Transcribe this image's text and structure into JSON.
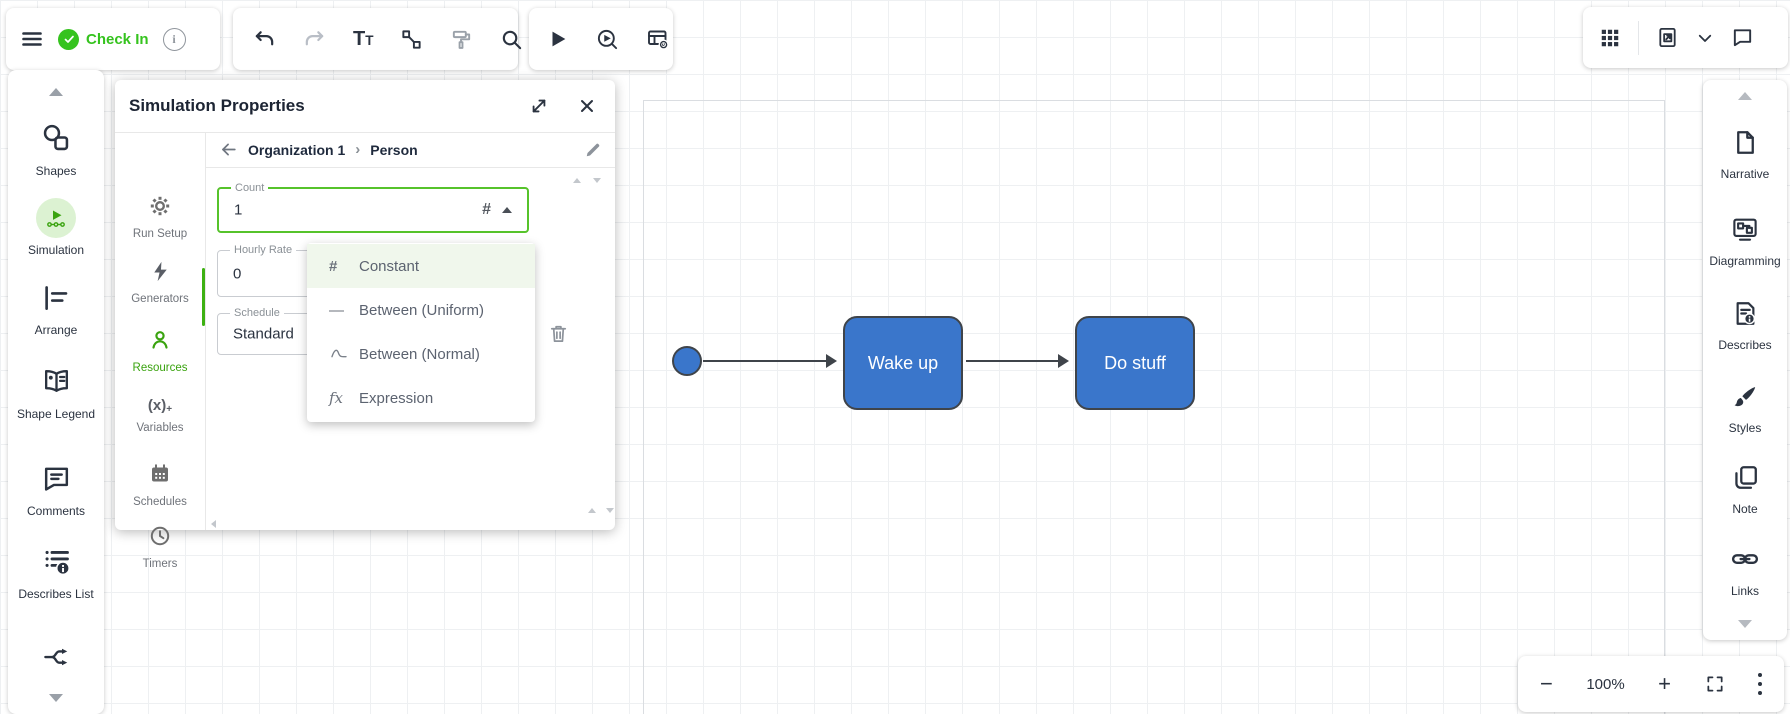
{
  "colors": {
    "accent_green": "#3db112",
    "badge_green": "#35c31e",
    "node_blue": "#3a76cb",
    "node_border": "#3f444a",
    "field_border_green": "#56c32b"
  },
  "topbar": {
    "check_in_label": "Check In",
    "info_glyph": "i",
    "text_tool_glyph_big": "T",
    "text_tool_glyph_small": "T"
  },
  "left_sidebar": {
    "items": [
      {
        "label": "Shapes",
        "icon": "shapes-icon"
      },
      {
        "label": "Simulation",
        "icon": "simulation-icon",
        "active": true
      },
      {
        "label": "Arrange",
        "icon": "arrange-icon"
      },
      {
        "label": "Shape Legend",
        "icon": "shape-legend-icon"
      },
      {
        "label": "Comments",
        "icon": "comments-icon"
      },
      {
        "label": "Describes List",
        "icon": "describes-list-icon"
      }
    ]
  },
  "panel": {
    "title": "Simulation Properties",
    "breadcrumb": {
      "parent": "Organization 1",
      "separator": "›",
      "current": "Person"
    },
    "tabs": [
      {
        "label": "Run Setup",
        "icon": "gear-icon"
      },
      {
        "label": "Generators",
        "icon": "lightning-icon"
      },
      {
        "label": "Resources",
        "icon": "person-icon",
        "active": true
      },
      {
        "label": "Variables",
        "icon": "variables-icon"
      },
      {
        "label": "Schedules",
        "icon": "calendar-icon"
      },
      {
        "label": "Timers",
        "icon": "clock-icon"
      }
    ],
    "variables_glyph": "(x)",
    "variables_plus": "+",
    "fields": {
      "count": {
        "label": "Count",
        "value": "1",
        "type_glyph": "#"
      },
      "hourly_rate": {
        "label": "Hourly Rate",
        "value": "0"
      },
      "schedule": {
        "label": "Schedule",
        "value": "Standard"
      }
    },
    "dropdown": {
      "items": [
        {
          "glyph": "#",
          "label": "Constant",
          "icon": "hash-icon",
          "selected": true
        },
        {
          "glyph": "—",
          "label": "Between (Uniform)",
          "icon": "dash-icon"
        },
        {
          "glyph": "",
          "label": "Between (Normal)",
          "icon": "normal-curve-icon"
        },
        {
          "glyph": "fx",
          "label": "Expression",
          "icon": "fx-icon"
        }
      ]
    }
  },
  "canvas": {
    "nodes": [
      {
        "label": "Wake up"
      },
      {
        "label": "Do stuff"
      }
    ]
  },
  "right_sidebar": {
    "items": [
      {
        "label": "Narrative",
        "icon": "narrative-icon"
      },
      {
        "label": "Diagramming",
        "icon": "diagramming-icon"
      },
      {
        "label": "Describes",
        "icon": "describes-icon"
      },
      {
        "label": "Styles",
        "icon": "styles-icon"
      },
      {
        "label": "Note",
        "icon": "note-icon"
      },
      {
        "label": "Links",
        "icon": "links-icon"
      }
    ]
  },
  "zoom_bar": {
    "minus_glyph": "−",
    "zoom_level": "100%",
    "plus_glyph": "+"
  }
}
